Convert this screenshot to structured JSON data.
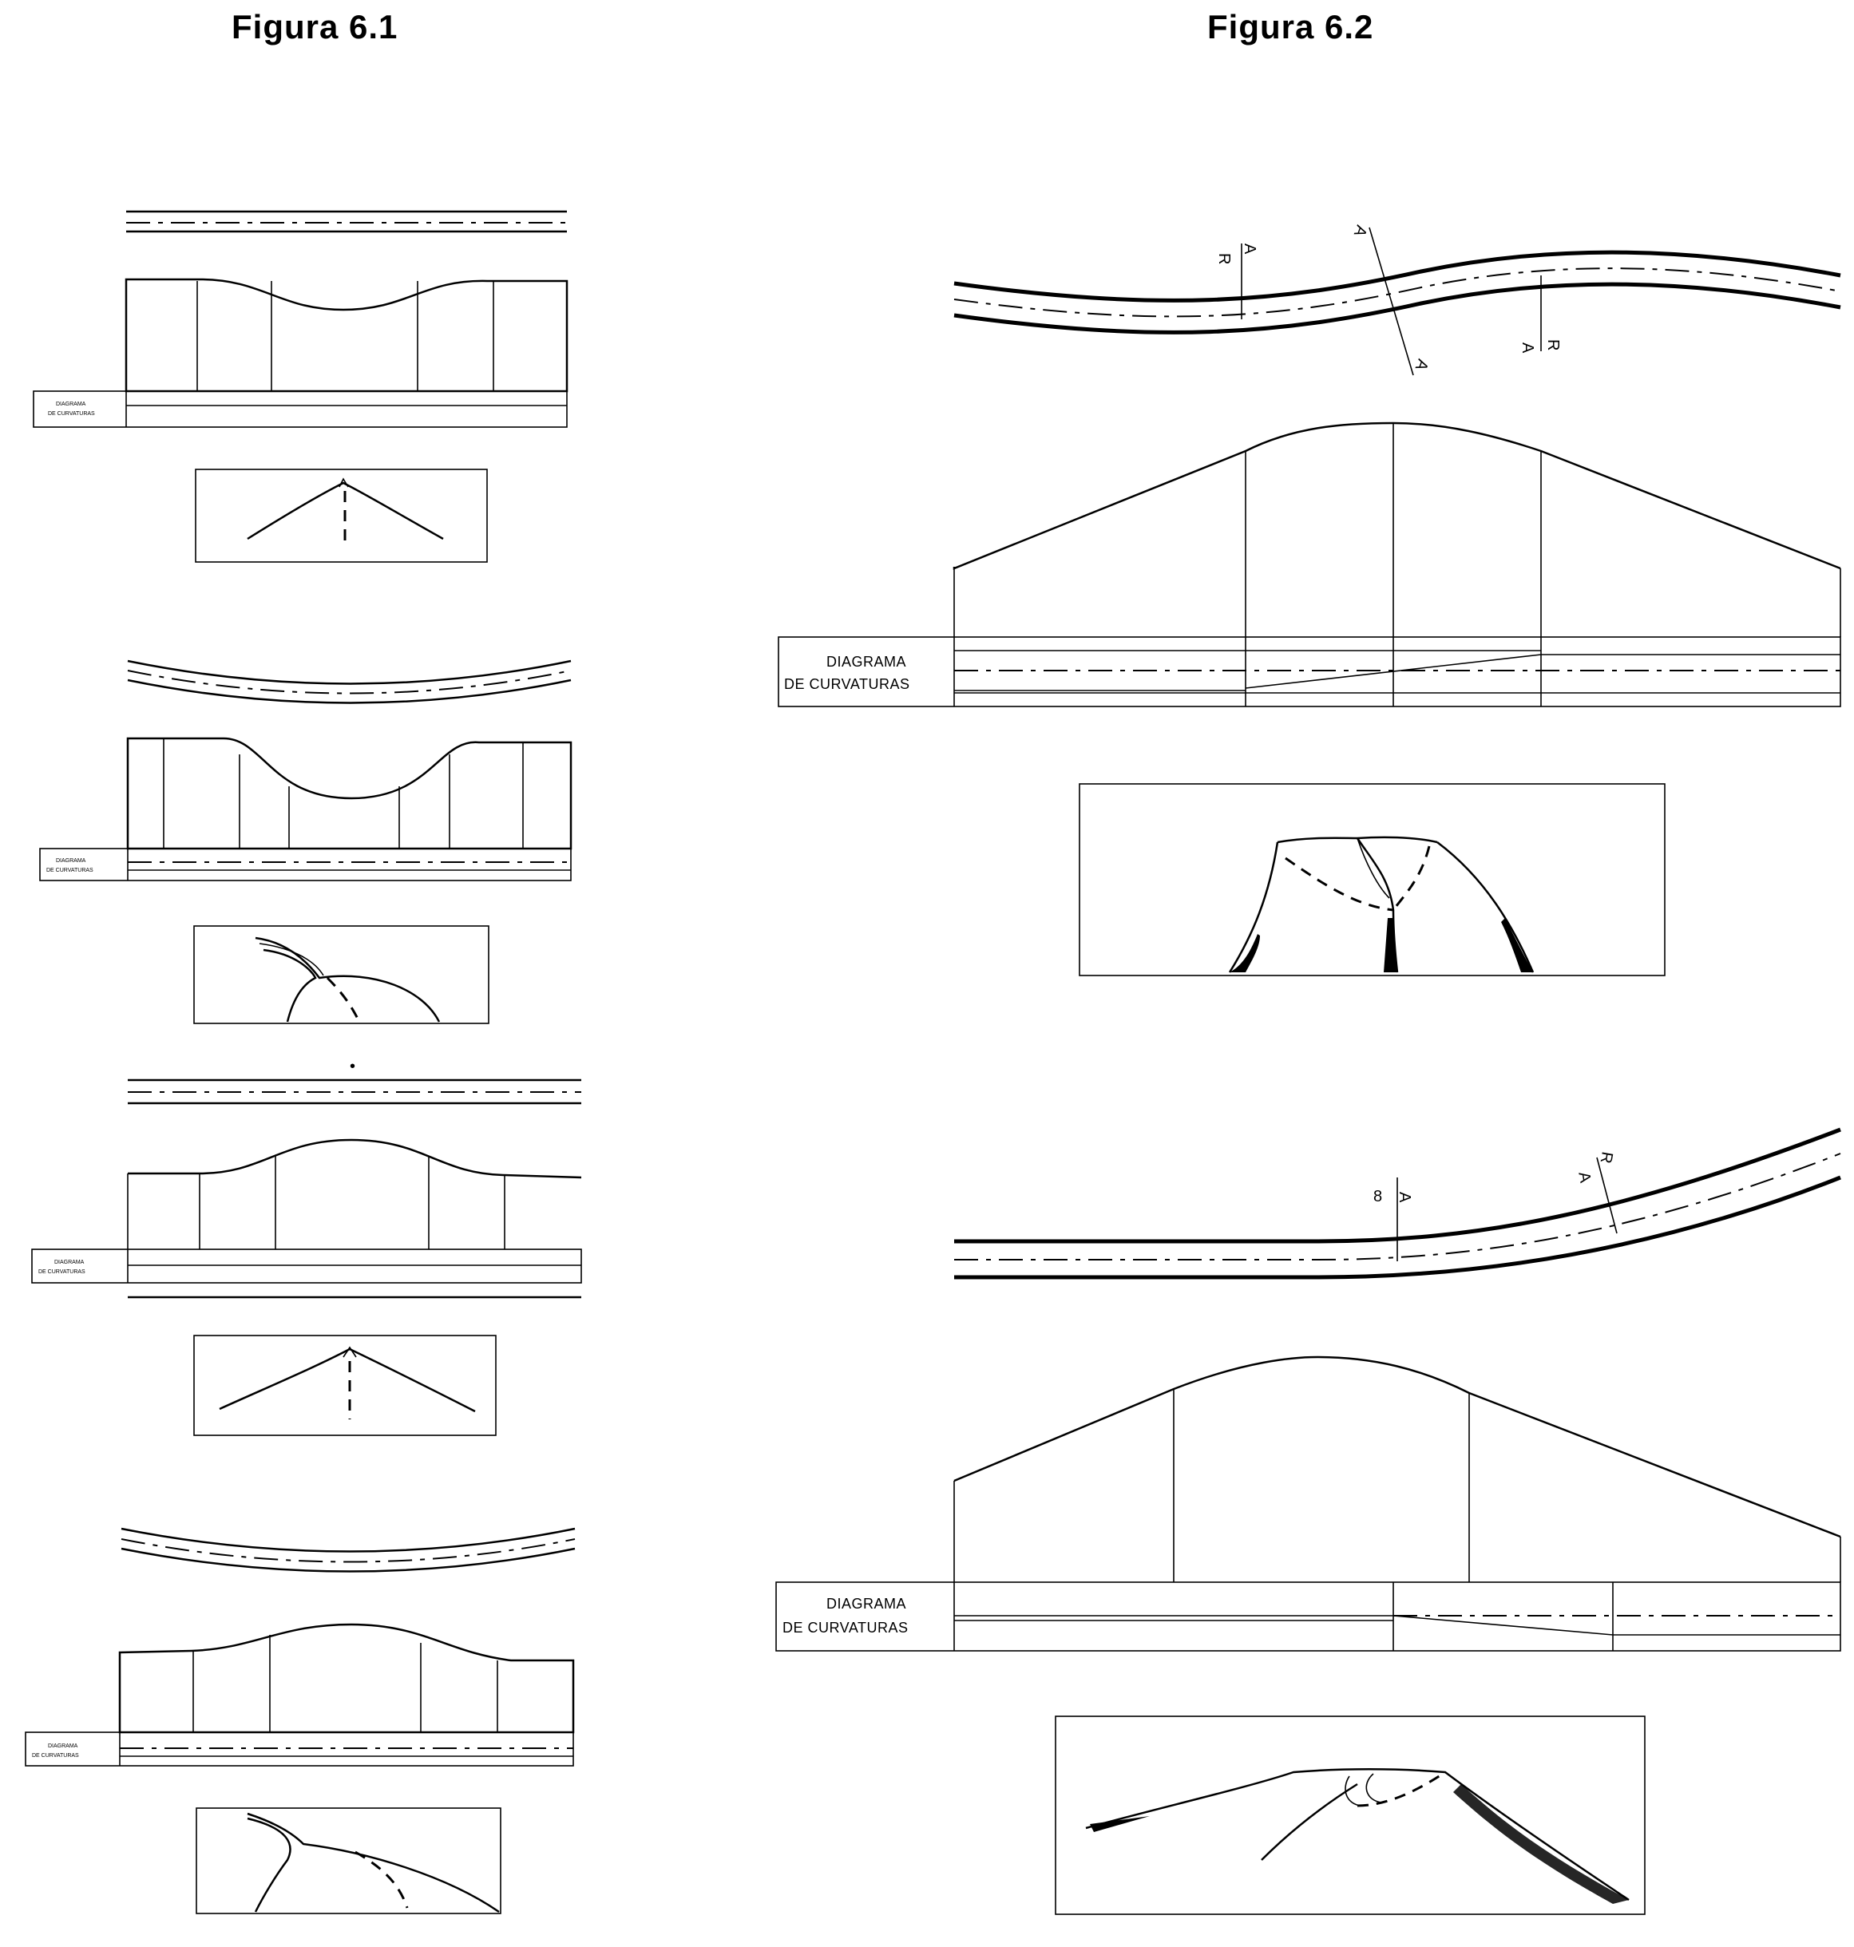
{
  "figures": [
    {
      "title": "Figura 6.1"
    },
    {
      "title": "Figura 6.2"
    }
  ],
  "labels": {
    "diagram_line1": "DIAGRAMA",
    "diagram_line2": "DE CURVATURAS",
    "diagram_small_line1": "DIAGRAMA",
    "diagram_small_line2": "DE CURVATURAS",
    "section_a": "A",
    "section_r": "R",
    "section_b": "8"
  }
}
